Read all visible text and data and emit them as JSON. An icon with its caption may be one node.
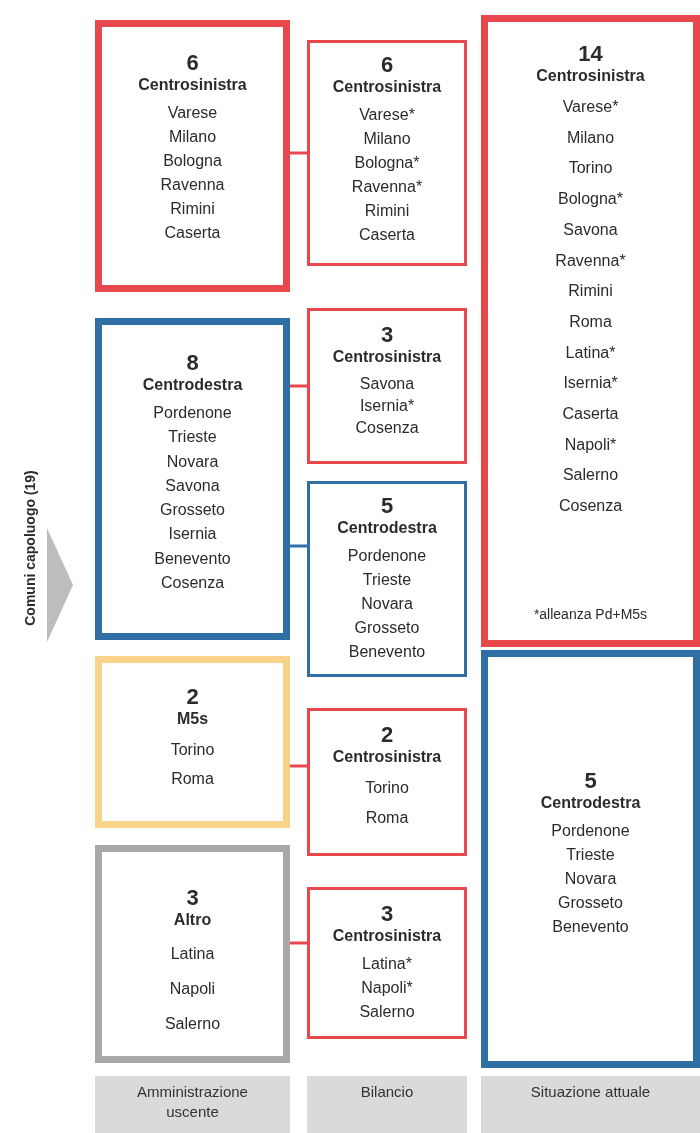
{
  "diagram": {
    "nodes": [
      {
        "text": [
          "6",
          "Centrosinistra",
          "Varese",
          "Milano",
          "Bologna",
          "Ravenna",
          "Rimini",
          "Caserta"
        ]
      },
      {
        "text": [
          "8",
          "Centrodestra",
          "Pordenone",
          "Trieste",
          "Novara",
          "Savona",
          "Grosseto",
          "Isernia",
          "Benevento",
          "Cosenza"
        ]
      },
      {
        "text": [
          "2",
          "M5s",
          "Torino",
          "Roma"
        ]
      },
      {
        "text": [
          "3",
          "Altro",
          "Latina",
          "Napoli",
          "Salerno"
        ]
      },
      {
        "text": [
          "6",
          "Centrosinistra",
          "Varese*",
          "Milano",
          "Bologna*",
          "Ravenna*",
          "Rimini",
          "Caserta"
        ]
      },
      {
        "text": [
          "3",
          "Centrosinistra",
          "Savona",
          "Isernia*",
          "Cosenza"
        ]
      },
      {
        "text": [
          "5",
          "Centrodestra",
          "Pordenone",
          "Trieste",
          "Novara",
          "Grosseto",
          "Benevento"
        ]
      },
      {
        "text": [
          "2",
          "Centrosinistra",
          "Torino",
          "Roma"
        ]
      },
      {
        "text": [
          "3",
          "Centrosinistra",
          "Latina*",
          "Napoli*",
          "Salerno"
        ]
      },
      {
        "text": [
          "14",
          "Centrosinistra",
          "Varese*",
          "Milano",
          "Torino",
          "Bologna*",
          "Savona",
          "Ravenna*",
          "Rimini",
          "Roma",
          "Latina*",
          "Isernia*",
          "Caserta",
          "Napoli*",
          "Salerno",
          "Cosenza",
          "*alleanza Pd+M5s"
        ]
      },
      {
        "text": [
          "5",
          "Centrodestra",
          "Pordenone",
          "Trieste",
          "Novara",
          "Grosseto",
          "Benevento"
        ]
      },
      {
        "text": [
          "Amministrazione uscente"
        ]
      },
      {
        "text": [
          "Bilancio"
        ]
      },
      {
        "text": [
          "Situazione attuale"
        ]
      }
    ],
    "edges": [
      {
        "from": 0,
        "to": 4,
        "arrow": "none"
      },
      {
        "from": 1,
        "to": 5,
        "arrow": "none"
      },
      {
        "from": 1,
        "to": 6,
        "arrow": "none",
        "color": "#2f6fa6"
      },
      {
        "from": 2,
        "to": 7,
        "arrow": "none"
      },
      {
        "from": 3,
        "to": 8,
        "arrow": "none"
      }
    ],
    "labels": [
      "Comuni capoluogo (19)"
    ]
  }
}
